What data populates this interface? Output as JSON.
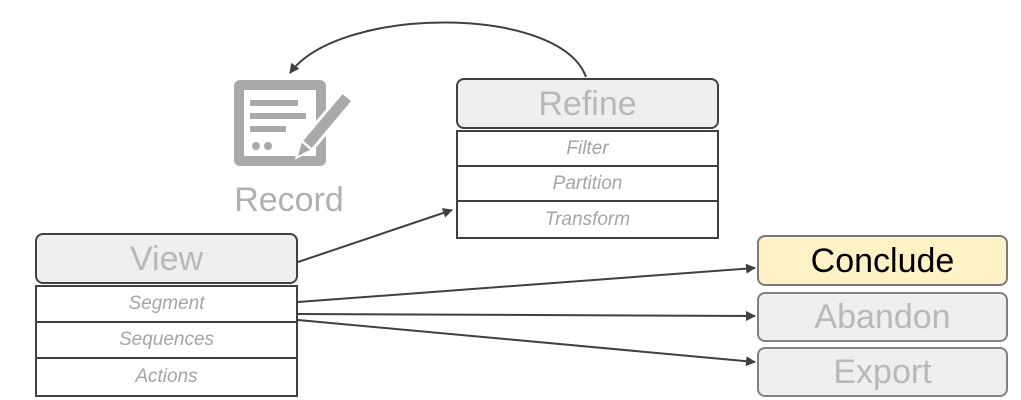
{
  "record": {
    "label": "Record",
    "icon": "record-document-pen-icon"
  },
  "refine": {
    "title": "Refine",
    "items": [
      "Filter",
      "Partition",
      "Transform"
    ]
  },
  "view": {
    "title": "View",
    "items": [
      "Segment",
      "Sequences",
      "Actions"
    ]
  },
  "outcomes": {
    "conclude": "Conclude",
    "abandon": "Abandon",
    "export": "Export"
  },
  "colors": {
    "highlight": "#fdf1c6",
    "box_fill": "#efefef",
    "border": "#404040"
  }
}
